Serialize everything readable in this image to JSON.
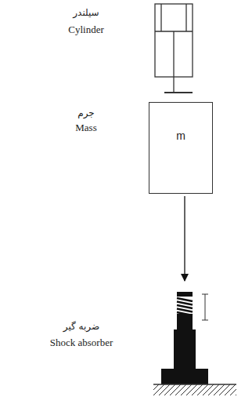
{
  "diagram": {
    "nodes": [
      {
        "text": [
          "m"
        ]
      }
    ],
    "labels": [
      "سیلندر",
      "Cylinder",
      "جرم",
      "Mass",
      "ضربه گیر",
      "Shock absorber"
    ]
  }
}
